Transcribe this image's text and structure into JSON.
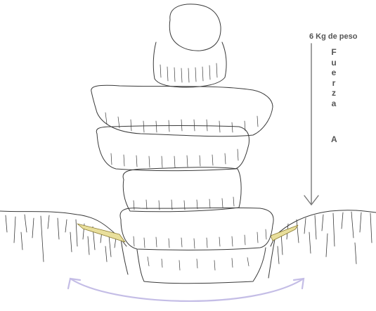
{
  "labels": {
    "weight": "6 Kg de peso",
    "force_letters": [
      "F",
      "u",
      "e",
      "r",
      "z",
      "a"
    ],
    "force_id": "A"
  },
  "colors": {
    "sketch": "#3a3a3a",
    "arrow": "#777777",
    "text": "#555555",
    "shim": "#e9df9c",
    "bend_arrow": "#c4bde6"
  }
}
